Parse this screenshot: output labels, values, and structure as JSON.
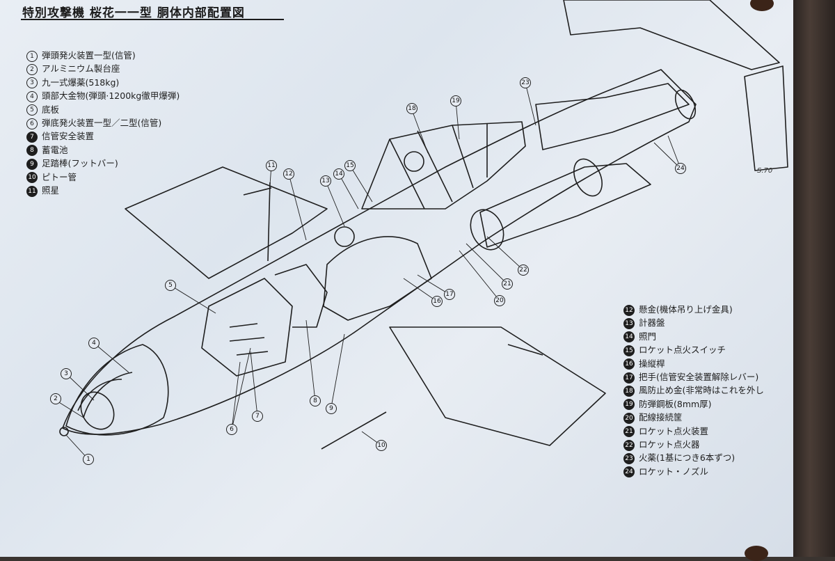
{
  "title": "特別攻撃機 桜花一一型 胴体内部配置図",
  "signature": "S.70",
  "legend_left": [
    {
      "num": "1",
      "text": "弾頭発火装置一型(信管)"
    },
    {
      "num": "2",
      "text": "アルミニウム製台座"
    },
    {
      "num": "3",
      "text": "九一式爆薬(518kg)"
    },
    {
      "num": "4",
      "text": "頭部大金物(弾頭·1200kg徹甲爆弾)"
    },
    {
      "num": "5",
      "text": "底板"
    },
    {
      "num": "6",
      "text": "弾底発火装置一型／二型(信管)"
    },
    {
      "num": "7",
      "text": "信管安全装置"
    },
    {
      "num": "8",
      "text": "蓄電池"
    },
    {
      "num": "9",
      "text": "足踏棒(フットバー)"
    },
    {
      "num": "10",
      "text": "ピトー管"
    },
    {
      "num": "11",
      "text": "照星"
    }
  ],
  "legend_right": [
    {
      "num": "12",
      "text": "懸金(機体吊り上げ金具)"
    },
    {
      "num": "13",
      "text": "計器盤"
    },
    {
      "num": "14",
      "text": "照門"
    },
    {
      "num": "15",
      "text": "ロケット点火スイッチ"
    },
    {
      "num": "16",
      "text": "操縦桿"
    },
    {
      "num": "17",
      "text": "把手(信管安全装置解除レバー)"
    },
    {
      "num": "18",
      "text": "風防止め金(非常時はこれを外し"
    },
    {
      "num": "19",
      "text": "防弾鋼板(8mm厚)"
    },
    {
      "num": "20",
      "text": "配線接続筐"
    },
    {
      "num": "21",
      "text": "ロケット点火装置"
    },
    {
      "num": "22",
      "text": "ロケット点火器"
    },
    {
      "num": "23",
      "text": "火薬(1基につき6本ずつ)"
    },
    {
      "num": "24",
      "text": "ロケット・ノズル"
    }
  ],
  "callouts": [
    "1",
    "2",
    "3",
    "4",
    "5",
    "6",
    "7",
    "8",
    "9",
    "10",
    "11",
    "12",
    "13",
    "14",
    "15",
    "16",
    "17",
    "18",
    "19",
    "20",
    "21",
    "22",
    "23",
    "24"
  ],
  "colors": {
    "board": "#e4eaf1",
    "ink": "#1e1e1e",
    "post": "#3a302b",
    "bolt": "#3b2418"
  }
}
